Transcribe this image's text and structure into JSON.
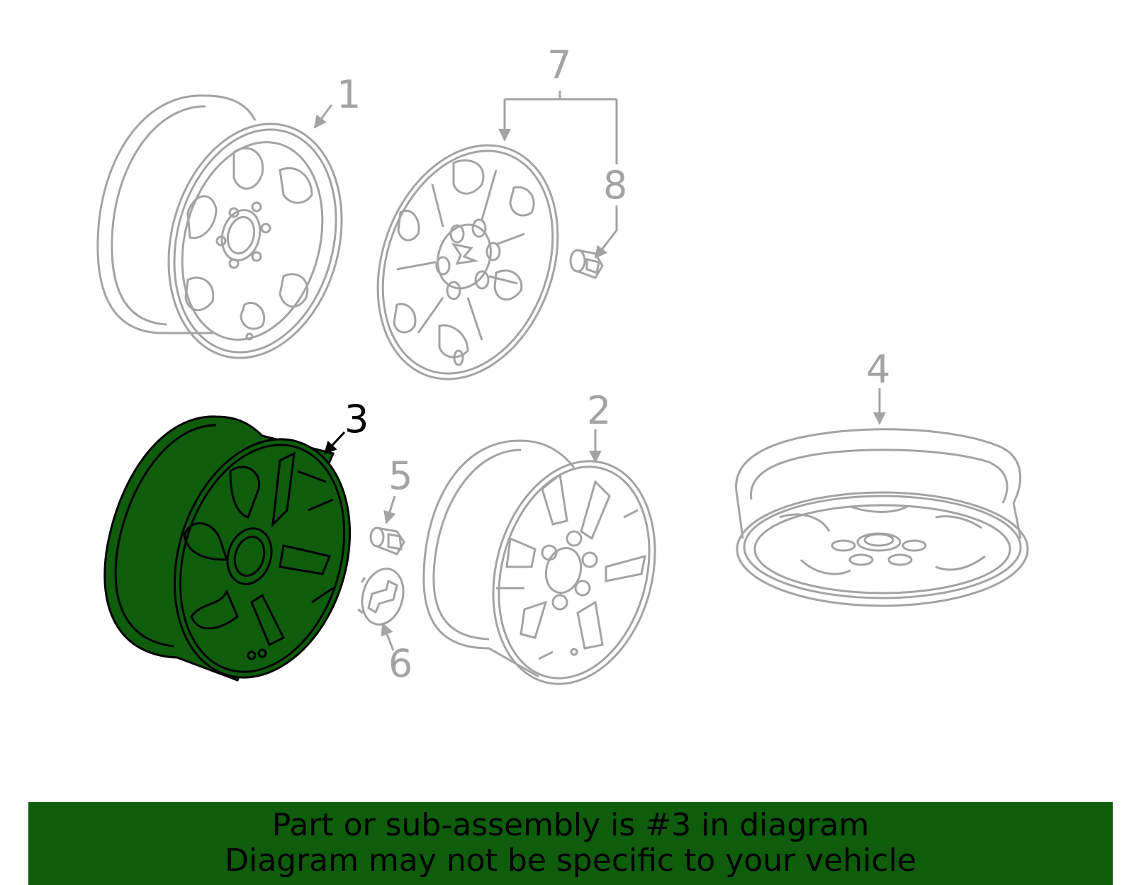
{
  "colors": {
    "line": "#a3a3a3",
    "highlight_fill": "#0e5c0c",
    "highlight_line": "#000000",
    "banner_bg": "#0e5c0c",
    "text": "#000000"
  },
  "callouts": {
    "c1": "1",
    "c2": "2",
    "c3": "3",
    "c4": "4",
    "c5": "5",
    "c6": "6",
    "c7": "7",
    "c8": "8"
  },
  "banner": {
    "line1": "Part or sub-assembly is #3 in diagram",
    "line2": "Diagram may not be specific to your vehicle"
  }
}
